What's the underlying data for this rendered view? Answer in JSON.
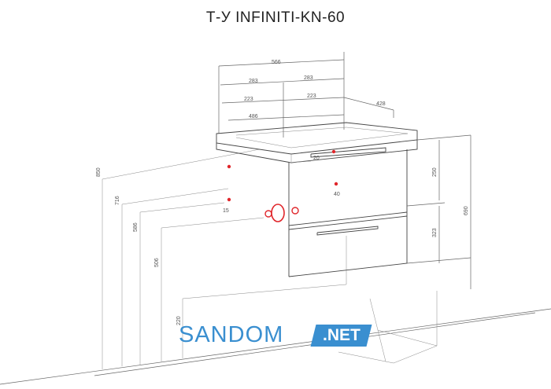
{
  "title": "Т-У INFINITI-KN-60",
  "dimensions": {
    "width_total": "566",
    "half_left": "283",
    "half_right": "283",
    "offset_left": "223",
    "offset_right": "223",
    "depth": "428",
    "bowl": "486",
    "height_total": "850",
    "height_716": "716",
    "height_586": "586",
    "height_506": "506",
    "height_220": "220",
    "right_250": "250",
    "right_690": "690",
    "right_323": "323",
    "pipe_40": "40",
    "pipe_15": "15",
    "pipe_20": "20"
  },
  "watermark": {
    "brand": "SANDOM",
    "suffix": ".NET"
  },
  "colors": {
    "marker": "#e0262b",
    "watermark": "#3a8fd0"
  }
}
